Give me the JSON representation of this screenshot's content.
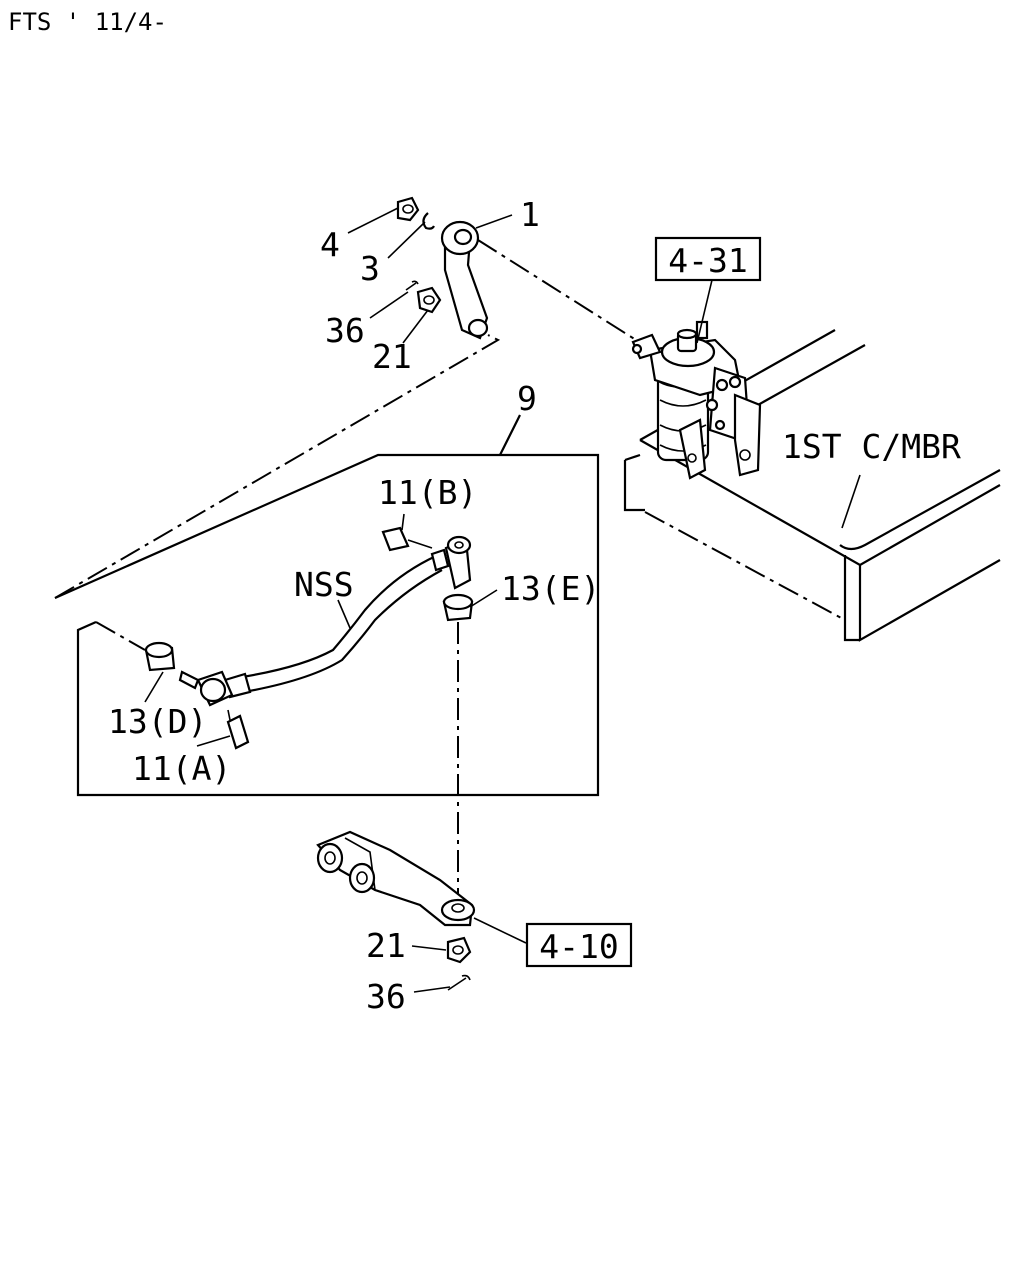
{
  "header": {
    "code": "FTS ' 11/4-"
  },
  "callouts": {
    "c1": "1",
    "c3": "3",
    "c4": "4",
    "c36_top": "36",
    "c21_top": "21",
    "c9": "9",
    "c11b": "11(B)",
    "nss": "NSS",
    "c13e": "13(E)",
    "c13d": "13(D)",
    "c11a": "11(A)",
    "c21_bot": "21",
    "c36_bot": "36"
  },
  "references": {
    "ref_431": "4-31",
    "ref_410": "4-10"
  },
  "frame_label": "1ST C/MBR"
}
